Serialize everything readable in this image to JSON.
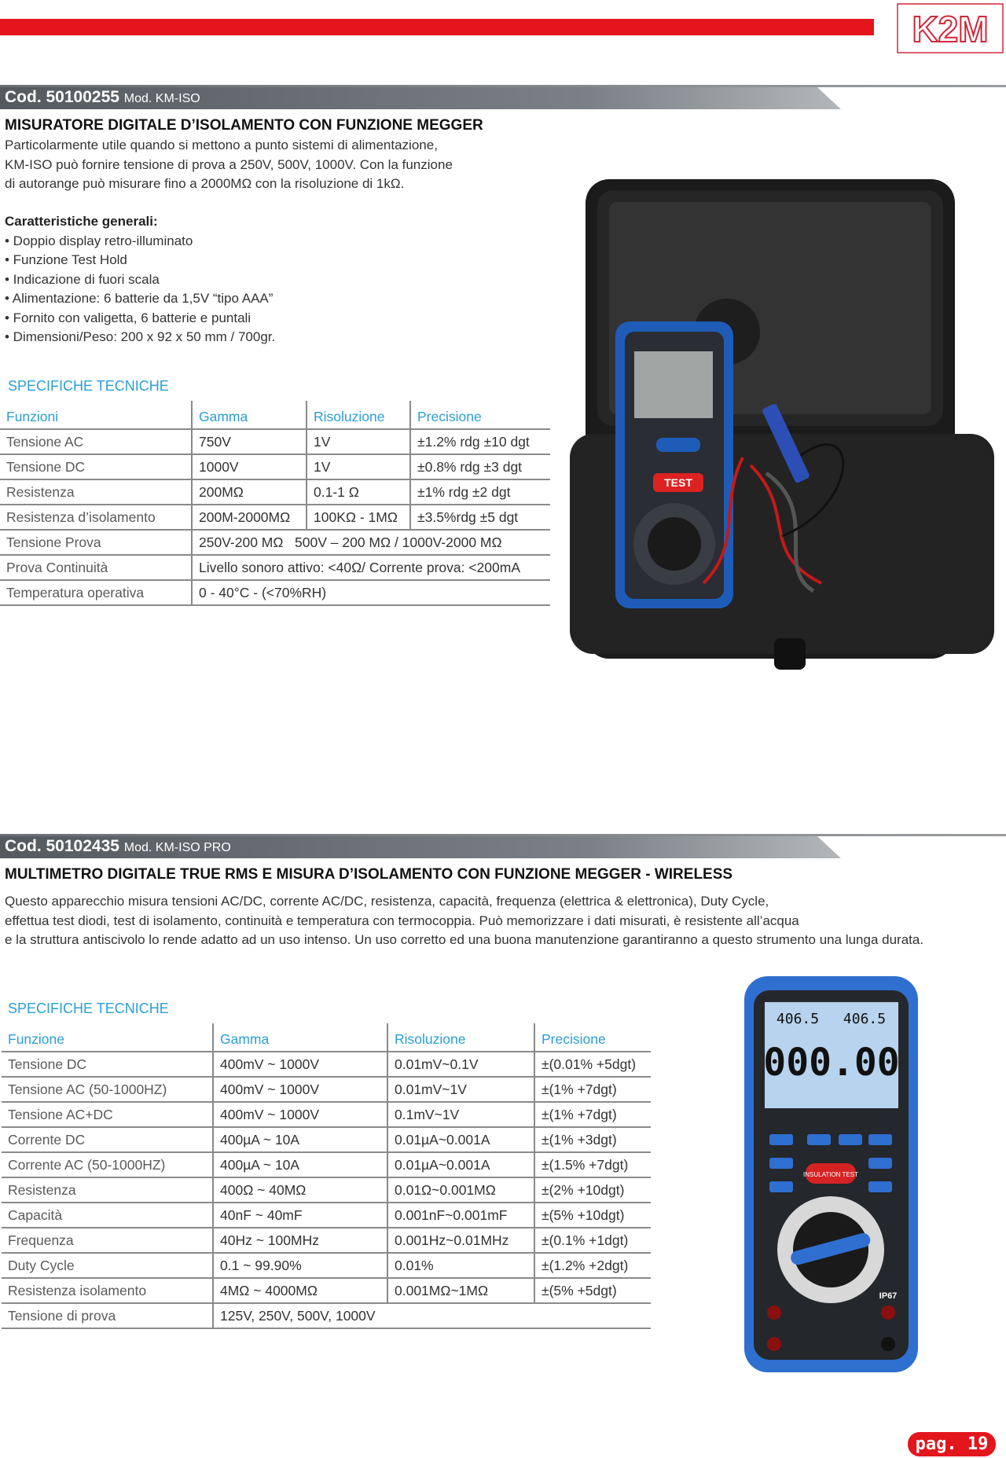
{
  "header": {
    "logo_text": "K2M",
    "brand_color": "#e3161d"
  },
  "product1": {
    "code_label": "Cod. 50100255",
    "model_label": "Mod. KM-ISO",
    "title": "MISURATORE DIGITALE D’ISOLAMENTO CON FUNZIONE MEGGER",
    "description": [
      "Particolarmente utile quando si mettono a punto sistemi di alimentazione,",
      "KM-ISO può fornire tensione di prova a 250V, 500V, 1000V. Con la funzione",
      "di autorange può misurare fino a 2000MΩ con la risoluzione di 1kΩ."
    ],
    "features_title": "Caratteristiche generali:",
    "features": [
      "• Doppio display retro-illuminato",
      "• Funzione Test Hold",
      "• Indicazione di fuori scala",
      "• Alimentazione: 6 batterie da 1,5V “tipo AAA”",
      "• Fornito con valigetta, 6 batterie e puntali",
      "• Dimensioni/Peso: 200 x 92 x 50 mm / 700gr."
    ],
    "specs_title": "SPECIFICHE TECNICHE",
    "table": {
      "headers": [
        "Funzioni",
        "Gamma",
        "Risoluzione",
        "Precisione"
      ],
      "rows": [
        [
          "Tensione AC",
          "750V",
          "1V",
          "±1.2% rdg ±10 dgt"
        ],
        [
          "Tensione DC",
          "1000V",
          "1V",
          "±0.8% rdg ±3 dgt"
        ],
        [
          "Resistenza",
          "200MΩ",
          "0.1-1 Ω",
          "±1% rdg ±2 dgt"
        ],
        [
          "Resistenza d’isolamento",
          "200M-2000MΩ",
          "100KΩ - 1MΩ",
          "±3.5%rdg ±5 dgt"
        ]
      ],
      "wide_rows": [
        [
          "Tensione Prova",
          "250V-200 MΩ   500V – 200 MΩ / 1000V-2000 MΩ"
        ],
        [
          "Prova Continuità",
          "Livello sonoro attivo: <40Ω/ Corrente prova: <200mA"
        ],
        [
          "Temperatura operativa",
          "0 - 40°C - (<70%RH)"
        ]
      ]
    },
    "image_labels": {
      "test_button": "TEST"
    }
  },
  "product2": {
    "code_label": "Cod. 50102435",
    "model_label": "Mod. KM-ISO PRO",
    "title": "MULTIMETRO DIGITALE TRUE RMS E MISURA D’ISOLAMENTO CON FUNZIONE MEGGER - WIRELESS",
    "description": [
      "Questo apparecchio misura tensioni AC/DC, corrente AC/DC, resistenza, capacità, frequenza (elettrica & elettronica), Duty Cycle,",
      "effettua test diodi, test di isolamento, continuità e temperatura con termocoppia. Può memorizzare i dati misurati, è resistente all’acqua",
      "e la struttura antiscivolo lo rende adatto ad un uso intenso. Un uso corretto ed una buona manutenzione garantiranno a questo strumento una lunga durata."
    ],
    "specs_title": "SPECIFICHE TECNICHE",
    "table": {
      "headers": [
        "Funzione",
        "Gamma",
        "Risoluzione",
        "Precisione"
      ],
      "rows": [
        [
          "Tensione DC",
          "400mV ~ 1000V",
          "0.01mV~0.1V",
          "±(0.01% +5dgt)"
        ],
        [
          "Tensione AC (50-1000HZ)",
          "400mV ~ 1000V",
          "0.01mV~1V",
          "±(1% +7dgt)"
        ],
        [
          "Tensione AC+DC",
          "400mV ~ 1000V",
          "0.1mV~1V",
          "±(1% +7dgt)"
        ],
        [
          "Corrente DC",
          "400µA ~ 10A",
          "0.01µA~0.001A",
          "±(1% +3dgt)"
        ],
        [
          "Corrente AC (50-1000HZ)",
          "400µA ~ 10A",
          "0.01µA~0.001A",
          "±(1.5% +7dgt)"
        ],
        [
          "Resistenza",
          "400Ω ~ 40MΩ",
          "0.01Ω~0.001MΩ",
          "±(2% +10dgt)"
        ],
        [
          "Capacità",
          "40nF ~ 40mF",
          "0.001nF~0.001mF",
          "±(5% +10dgt)"
        ],
        [
          "Frequenza",
          "40Hz ~ 100MHz",
          "0.001Hz~0.01MHz",
          "±(0.1% +1dgt)"
        ],
        [
          "Duty Cycle",
          "0.1 ~ 99.90%",
          "0.01%",
          "±(1.2% +2dgt)"
        ],
        [
          "Resistenza isolamento",
          "4MΩ ~ 4000MΩ",
          "0.001MΩ~1MΩ",
          "±(5% +5dgt)"
        ]
      ],
      "wide_rows": [
        [
          "Tensione di prova",
          "125V, 250V, 500V, 1000V"
        ]
      ]
    },
    "image_labels": {
      "display_small_left": "406.5",
      "display_small_right": "406.5",
      "display_main": "000.00",
      "test_button": "INSULATION TEST",
      "ip_rating": "IP67"
    }
  },
  "footer": {
    "page_label": "pag. 19"
  }
}
